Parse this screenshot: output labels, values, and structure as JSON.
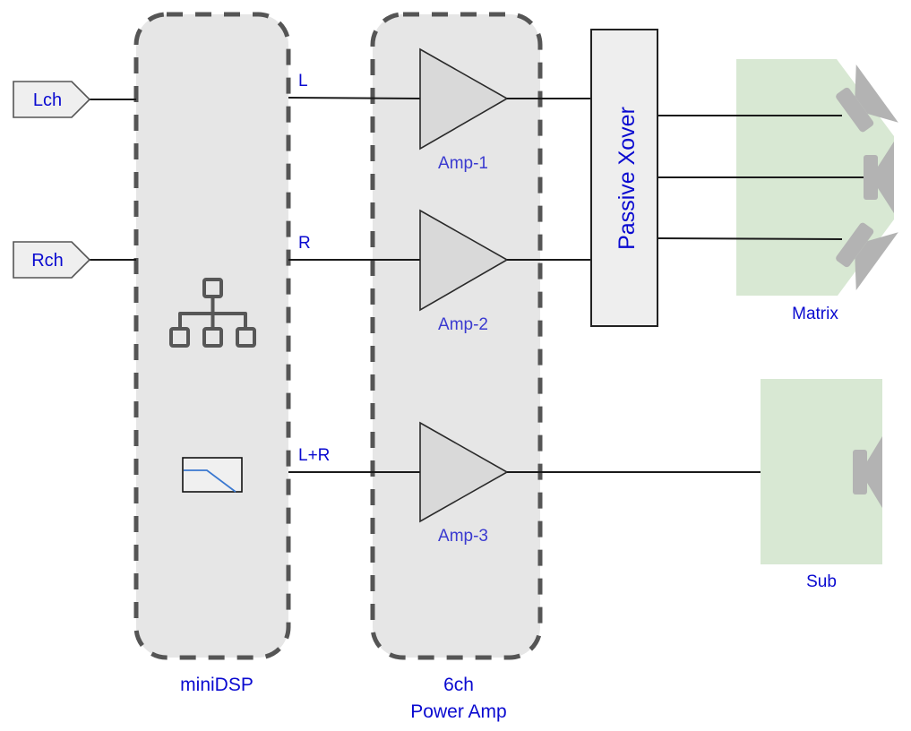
{
  "diagram": {
    "type": "signal-flow block diagram",
    "inputs": [
      {
        "id": "lch",
        "label": "Lch"
      },
      {
        "id": "rch",
        "label": "Rch"
      }
    ],
    "blocks": {
      "minidsp": {
        "label": "miniDSP",
        "icons": [
          "network-routing-icon",
          "lowpass-filter-icon"
        ]
      },
      "power_amp": {
        "label_line1": "6ch",
        "label_line2": "Power Amp"
      },
      "xover": {
        "label": "Passive Xover"
      }
    },
    "dsp_outputs": [
      {
        "id": "L",
        "label": "L"
      },
      {
        "id": "R",
        "label": "R"
      },
      {
        "id": "LR",
        "label": "L+R"
      }
    ],
    "amps": [
      {
        "id": "amp1",
        "label": "Amp-1"
      },
      {
        "id": "amp2",
        "label": "Amp-2"
      },
      {
        "id": "amp3",
        "label": "Amp-3"
      }
    ],
    "speakers": [
      {
        "id": "matrix",
        "label": "Matrix",
        "drivers": 3
      },
      {
        "id": "sub",
        "label": "Sub",
        "drivers": 1
      }
    ],
    "connections": [
      {
        "from": "Lch",
        "to": "miniDSP"
      },
      {
        "from": "Rch",
        "to": "miniDSP"
      },
      {
        "from": "miniDSP L",
        "to": "Amp-1"
      },
      {
        "from": "miniDSP R",
        "to": "Amp-2"
      },
      {
        "from": "miniDSP L+R",
        "to": "Amp-3"
      },
      {
        "from": "Amp-1",
        "to": "Passive Xover"
      },
      {
        "from": "Amp-2",
        "to": "Passive Xover"
      },
      {
        "from": "Passive Xover",
        "to": "Matrix driver 1"
      },
      {
        "from": "Passive Xover",
        "to": "Matrix driver 2"
      },
      {
        "from": "Passive Xover",
        "to": "Matrix driver 3"
      },
      {
        "from": "Amp-3",
        "to": "Sub"
      }
    ],
    "colors": {
      "label_text": "#0a0ad0",
      "amp_label_text": "#3a3ad0",
      "block_fill": "#e6e6e6",
      "dashed_border": "#555555",
      "enclosure_fill": "#d8e8d3",
      "driver_fill": "#b3b3b3",
      "filter_curve": "#3a78d0"
    }
  }
}
